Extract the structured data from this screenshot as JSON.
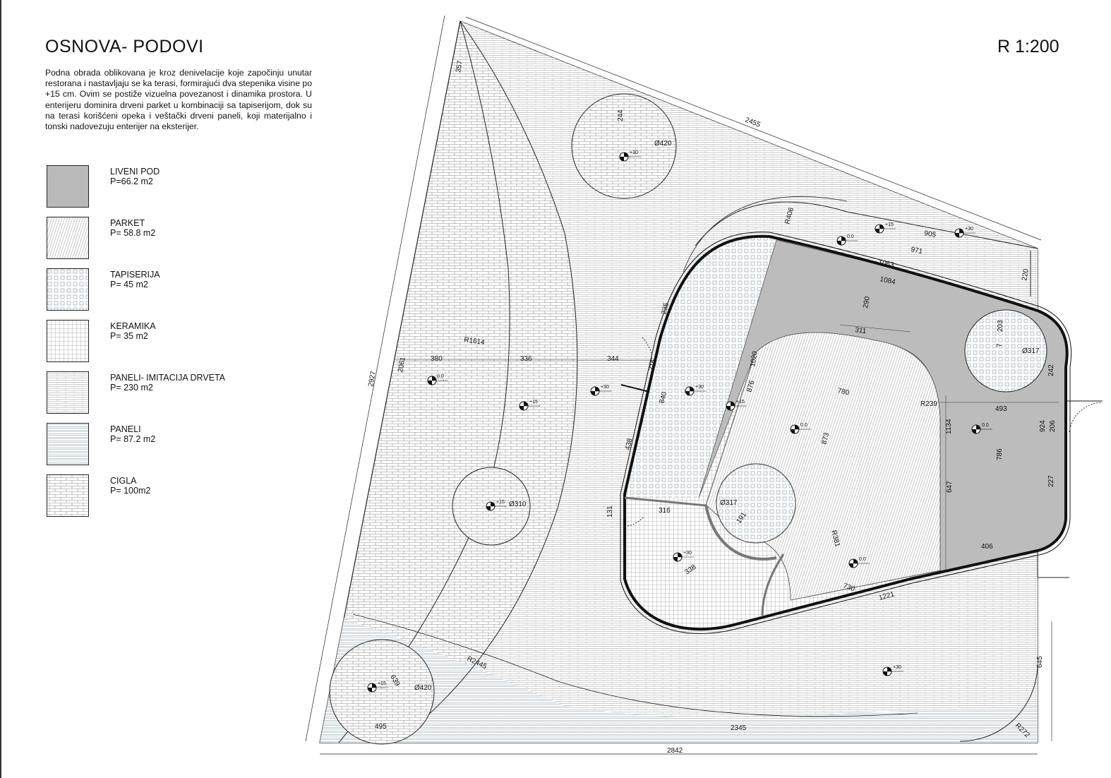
{
  "title": "OSNOVA- PODOVI",
  "scale": "R 1:200",
  "description": "Podna obrada oblikovana je kroz denivelacije koje započinju unutar restorana i nastavljaju se ka terasi, formirajući dva stepenika visine po +15 cm. Ovim se postiže vizuelna povezanost i dinamika prostora. U enterijeru dominira drveni parket u kombinaciji sa tapiserijom, dok su na terasi korišćeni opeka i veštački drveni paneli, koji materijalno i tonski nadovezuju enterijer na eksterijer.",
  "legend": [
    {
      "name": "LIVENI POD",
      "area": "P=66.2 m2",
      "pattern": "solid-gray"
    },
    {
      "name": "PARKET",
      "area": "P= 58.8 m2",
      "pattern": "diagonal-lines"
    },
    {
      "name": "TAPISERIJA",
      "area": "P= 45 m2",
      "pattern": "squares"
    },
    {
      "name": "KERAMIKA",
      "area": "P= 35 m2",
      "pattern": "fine-grid"
    },
    {
      "name": "PANELI- IMITACIJA DRVETA",
      "area": "P= 230 m2",
      "pattern": "dashed-horizontal"
    },
    {
      "name": "PANELI",
      "area": "P= 87.2 m2",
      "pattern": "horizontal-lines"
    },
    {
      "name": "CIGLA",
      "area": "P= 100m2",
      "pattern": "brick"
    }
  ],
  "plan": {
    "dimensions": {
      "top_edge": "2455",
      "left_edge": "2927",
      "bottom_total": "2842",
      "bottom_right": "2345",
      "bottom_left": "495",
      "corner": "357",
      "r_big": "R1614",
      "r_mid": "R2445",
      "r_corner": "R272",
      "d380": "380",
      "d336": "336",
      "d344": "344",
      "d2061": "2061",
      "d639": "639",
      "c420_top": "Ø420",
      "c244": "244",
      "c310": "Ø310",
      "c420_bottom": "Ø420",
      "r406": "R406",
      "d905": "905",
      "d971": "971",
      "d1063": "1063",
      "d1084": "1084",
      "d220": "220",
      "d290": "290",
      "d311": "311",
      "d1020": "1020",
      "d876": "876",
      "d780": "780",
      "r239": "R239",
      "d873": "873",
      "d1134": "1134",
      "d647": "647",
      "d493": "493",
      "d924": "924",
      "d206": "206",
      "d786": "786",
      "d227": "227",
      "d242": "242",
      "d203": "203",
      "d7": "7",
      "c317_right": "Ø317",
      "d406": "406",
      "d235": "235",
      "d215": "215",
      "d840": "840",
      "d438": "438",
      "d131": "131",
      "d316": "316",
      "c317_left": "Ø317",
      "d191": "191",
      "r381": "R381",
      "d338": "338",
      "d730": "730",
      "d1221": "1221",
      "d645": "645"
    },
    "levels": {
      "l1": "0.0",
      "l2": "+15",
      "l3": "+30",
      "l4": "+15",
      "l5": "+30",
      "l6": "+15",
      "l7": "0.0",
      "l8": "0.0",
      "l9": "+30",
      "l10": "0.0",
      "l11": "+15",
      "l12": "+30",
      "l13": "+30",
      "l14": "0.0",
      "l15": "+15",
      "l16": "+30"
    }
  }
}
